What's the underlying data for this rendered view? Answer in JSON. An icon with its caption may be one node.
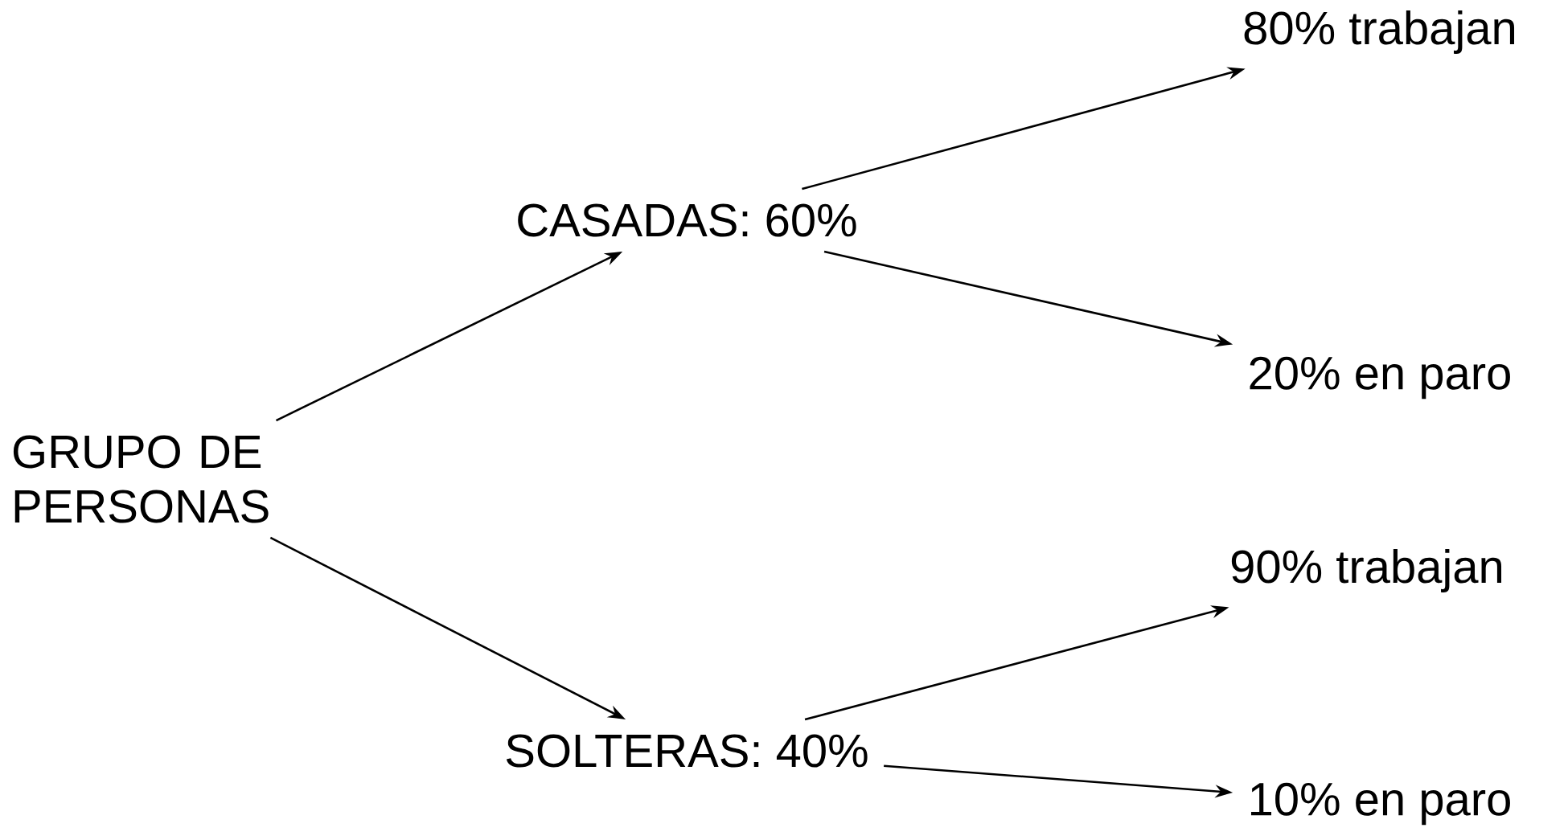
{
  "diagram": {
    "nodes": [
      {
        "text": [
          "GRUPO DE PERSONAS"
        ]
      },
      {
        "text": [
          "CASADAS: 60%"
        ]
      },
      {
        "text": [
          "SOLTERAS: 40%"
        ]
      },
      {
        "text": [
          "80% trabajan"
        ]
      },
      {
        "text": [
          "20% en paro"
        ]
      },
      {
        "text": [
          "90% trabajan"
        ]
      },
      {
        "text": [
          "10% en paro"
        ]
      }
    ],
    "edges": [
      {
        "from": 0,
        "to": 1,
        "arrow": "to"
      },
      {
        "from": 0,
        "to": 2,
        "arrow": "to"
      },
      {
        "from": 1,
        "to": 3,
        "arrow": "to"
      },
      {
        "from": 1,
        "to": 4,
        "arrow": "to"
      },
      {
        "from": 2,
        "to": 5,
        "arrow": "to"
      },
      {
        "from": 2,
        "to": 6,
        "arrow": "to"
      }
    ]
  }
}
